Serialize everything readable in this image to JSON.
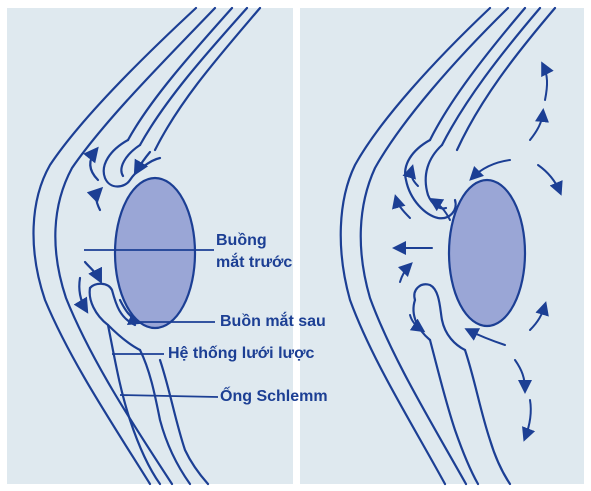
{
  "labels": {
    "anterior_chamber_line1": "Buồng",
    "anterior_chamber_line2": "mắt trước",
    "posterior_chamber": "Buồn mắt sau",
    "trabecular_meshwork": "Hệ thống lưới lược",
    "schlemm_canal": "Ống Schlemm"
  },
  "colors": {
    "panel_background": "#dfe9ef",
    "outline": "#1c3f94",
    "lens_fill": "#9aa6d6",
    "label": "#1c3f94"
  }
}
